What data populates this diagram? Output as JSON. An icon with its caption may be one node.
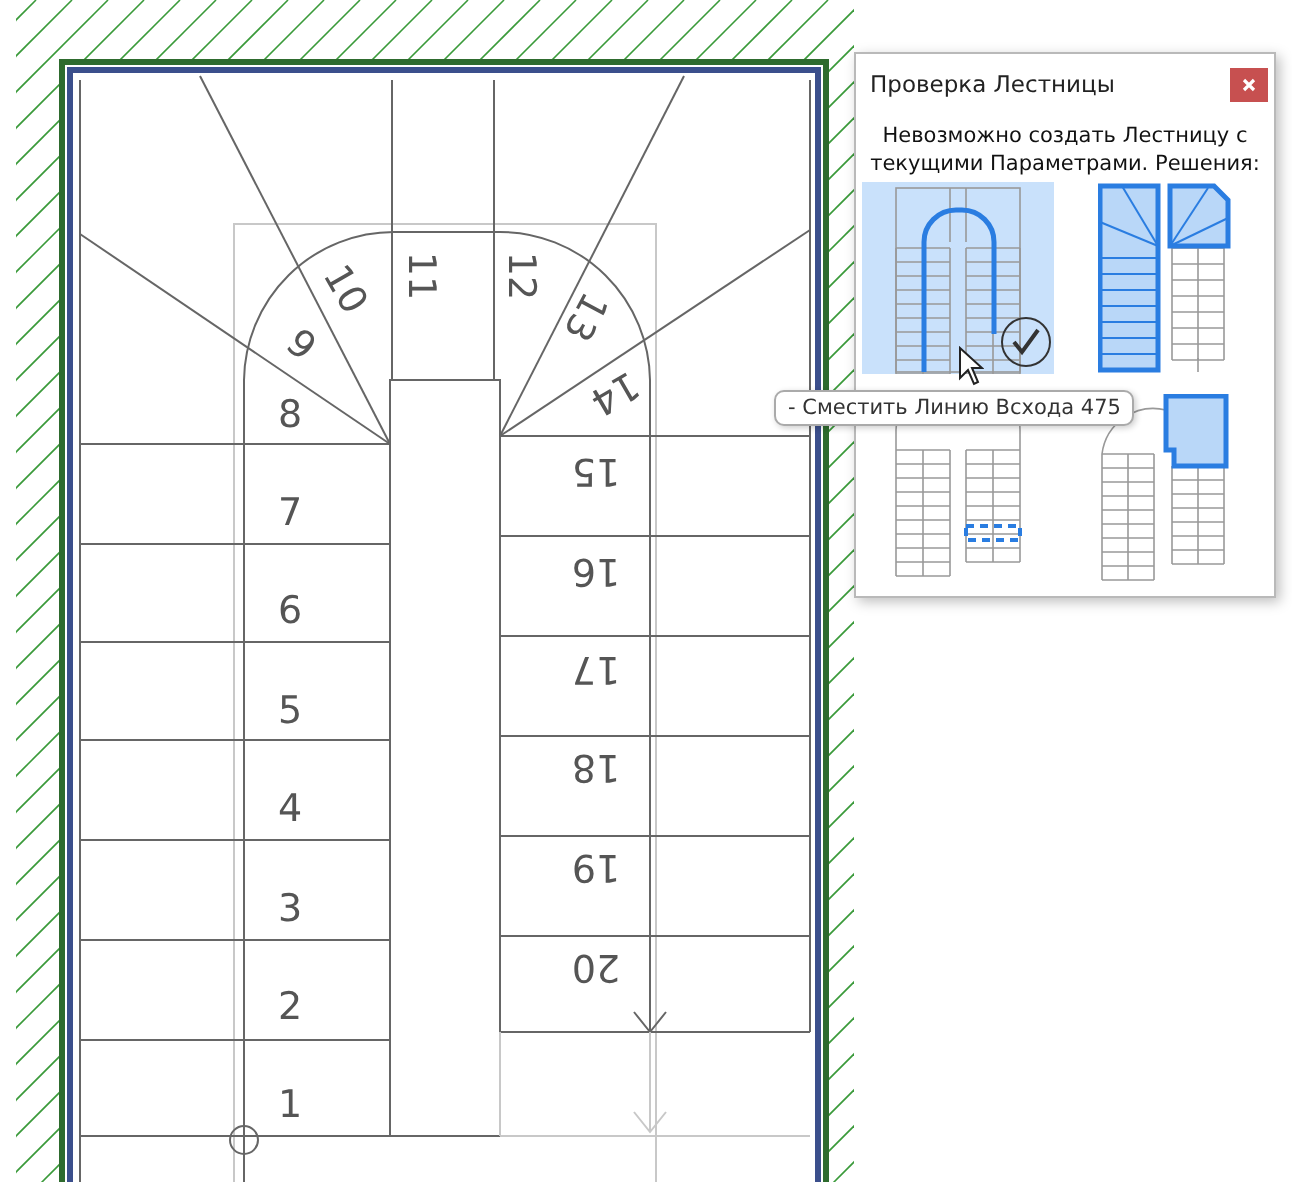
{
  "diagram": {
    "labels": [
      "Проверка Лестницы",
      "Невозможно создать Лестницу с текущими Параметрами. Решения:",
      "- Сместить Линию Всхода 475",
      "1",
      "2",
      "3",
      "4",
      "5",
      "6",
      "7",
      "8",
      "9",
      "10",
      "11",
      "12",
      "13",
      "14",
      "15",
      "16",
      "17",
      "18",
      "19",
      "20"
    ]
  }
}
